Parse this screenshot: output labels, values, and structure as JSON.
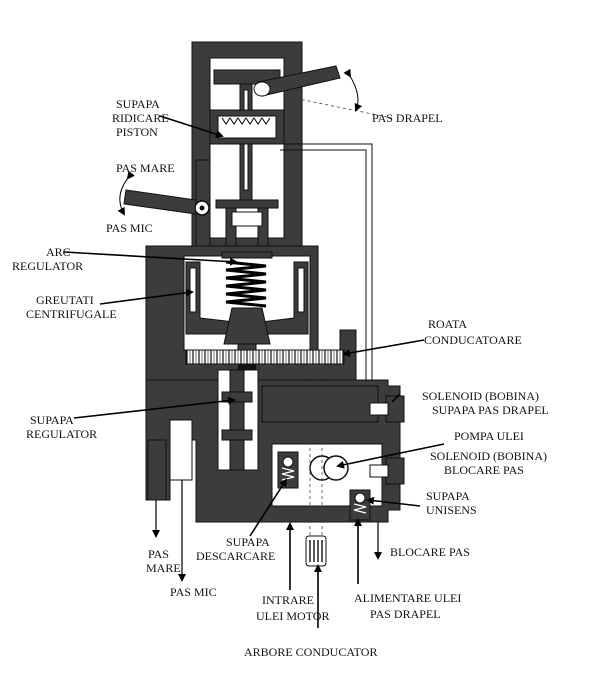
{
  "labels": {
    "supapa_ridicare_1": "SUPAPA",
    "supapa_ridicare_2": "RIDICARE",
    "supapa_ridicare_3": "PISTON",
    "pas_drapel": "PAS DRAPEL",
    "pas_mare_top": "PAS MARE",
    "pas_mic_top": "PAS MIC",
    "arc_1": "ARC",
    "arc_2": "REGULATOR",
    "greutati_1": "GREUTATI",
    "greutati_2": "CENTRIFUGALE",
    "roata_1": "ROATA",
    "roata_2": "CONDUCATOARE",
    "solenoid1_1": "SOLENOID (BOBINA)",
    "solenoid1_2": "SUPAPA  PAS DRAPEL",
    "supapa_reg_1": "SUPAPA",
    "supapa_reg_2": "REGULATOR",
    "pompa": "POMPA ULEI",
    "solenoid2_1": "SOLENOID (BOBINA)",
    "solenoid2_2": "BLOCARE  PAS",
    "unisens_1": "SUPAPA",
    "unisens_2": "UNISENS",
    "descarcare_1": "SUPAPA",
    "descarcare_2": "DESCARCARE",
    "pas_mare_bot_1": "PAS",
    "pas_mare_bot_2": "MARE",
    "pas_mic_bot": "PAS MIC",
    "blocare_pas": "BLOCARE PAS",
    "intrare_1": "INTRARE",
    "intrare_2": "ULEI MOTOR",
    "alimentare_1": "ALIMENTARE ULEI",
    "alimentare_2": "PAS DRAPEL",
    "arbore": "ARBORE CONDUCATOR"
  }
}
